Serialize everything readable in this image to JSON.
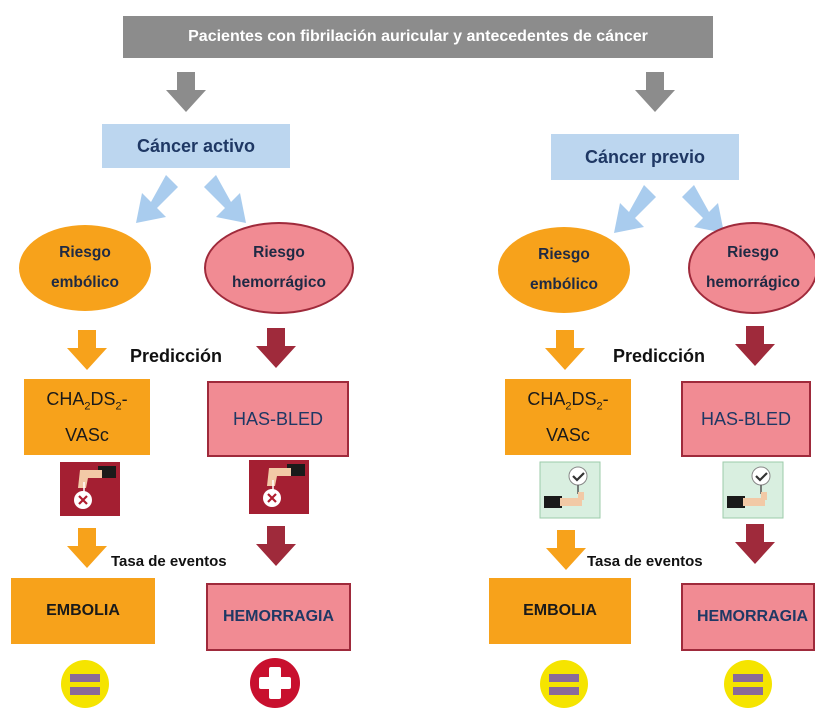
{
  "title": "Pacientes con fibrilación auricular y antecedentes de cáncer",
  "left": {
    "cancer": "Cáncer activo",
    "emb_line1": "Riesgo",
    "emb_line2": "embólico",
    "hem_line1": "Riesgo",
    "hem_line2": "hemorrágico",
    "prediction": "Predicción",
    "score_main": "CHA",
    "score_sub1": "2",
    "score_mid": "DS",
    "score_sub2": "2",
    "score_tail": "-",
    "score_line2": "VASc",
    "has_bled": "HAS-BLED",
    "events": "Tasa de eventos",
    "embolia": "EMBOLIA",
    "hemorragia": "HEMORRAGIA"
  },
  "right": {
    "cancer": "Cáncer previo",
    "emb_line1": "Riesgo",
    "emb_line2": "embólico",
    "hem_line1": "Riesgo",
    "hem_line2": "hemorrágico",
    "prediction": "Predicción",
    "score_main": "CHA",
    "score_sub1": "2",
    "score_mid": "DS",
    "score_sub2": "2",
    "score_tail": "-",
    "score_line2": "VASc",
    "has_bled": "HAS-BLED",
    "events": "Tasa de eventos",
    "embolia": "EMBOLIA",
    "hemorragia": "HEMORRAGIA"
  },
  "colors": {
    "gray": "#8c8c8c",
    "light_blue": "#bcd6ef",
    "orange": "#f7a21b",
    "pink": "#f18b93",
    "dark_red": "#9f2a3b",
    "red_plus": "#c8102e",
    "yellow": "#f5e400",
    "purple": "#8a6a9a"
  },
  "icons": {
    "left_emb_icon": "hand-x-icon",
    "left_hem_icon": "hand-x-icon",
    "right_emb_icon": "hand-check-icon",
    "right_hem_icon": "hand-check-icon",
    "left_emb_result": "equal-icon",
    "left_hem_result": "plus-icon",
    "right_emb_result": "equal-icon",
    "right_hem_result": "equal-icon"
  }
}
